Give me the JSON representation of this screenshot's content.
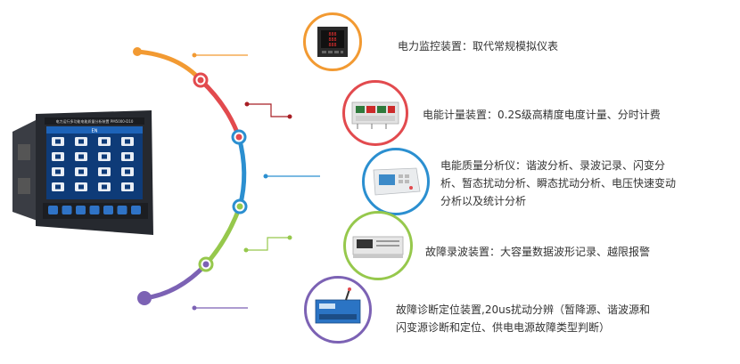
{
  "colors": {
    "orange": "#f29a32",
    "red": "#e24a4e",
    "blue": "#2b8fd0",
    "green": "#96c84c",
    "purple": "#7c62b4",
    "darkred": "#a81e24"
  },
  "device": {
    "screen_title": "电力运行多功能电能质量分析装置 PM5000-D10",
    "menu_header": "EN",
    "icons": [
      "bar-chart",
      "wave",
      "monitor",
      "gear",
      "list",
      "meter",
      "battery",
      "alarm",
      "power",
      "calendar",
      "plug",
      "tools",
      "record",
      "image",
      "circle",
      "info"
    ]
  },
  "features": [
    {
      "id": "monitor",
      "color": "orange",
      "lines": [
        "电力监控装置：取代常规模拟仪表"
      ]
    },
    {
      "id": "meter",
      "color": "red",
      "lines": [
        "电能计量装置：0.2S级高精度电度计量、分时计费"
      ]
    },
    {
      "id": "quality",
      "color": "blue",
      "lines": [
        "电能质量分析仪：谐波分析、录波记录、闪变分",
        "析、暂态扰动分析、瞬态扰动分析、电压快速变动",
        "分析以及统计分析"
      ]
    },
    {
      "id": "recorder",
      "color": "green",
      "lines": [
        "故障录波装置：大容量数据波形记录、越限报警"
      ]
    },
    {
      "id": "diagnosis",
      "color": "purple",
      "lines": [
        "故障诊断定位装置,20us扰动分辨（暂降源、谐波源和",
        "闪变源诊断和定位、供电电源故障类型判断）"
      ]
    }
  ]
}
